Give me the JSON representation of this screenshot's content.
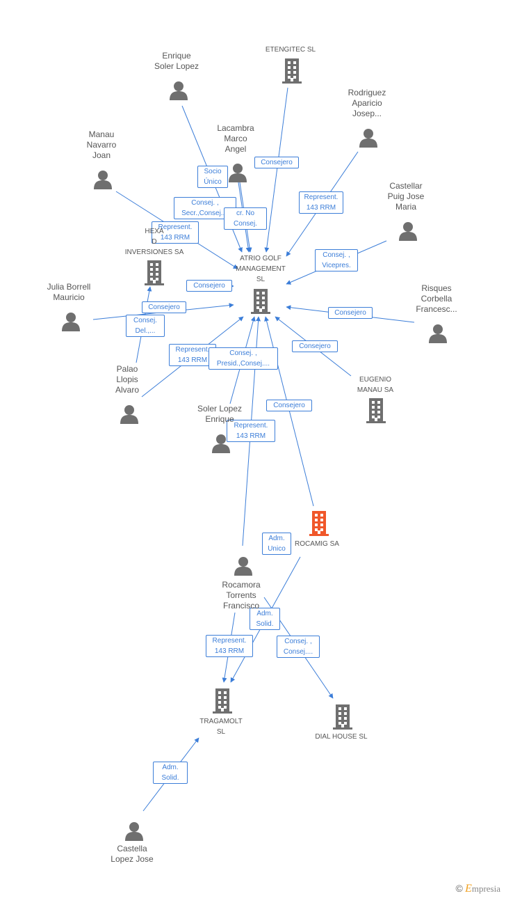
{
  "nodes": [
    {
      "id": "etengitec",
      "type": "company",
      "label": "ETENGITEC  SL",
      "color": "#6f6f6f"
    },
    {
      "id": "enrique_soler",
      "type": "person",
      "label": "Enrique\nSoler Lopez"
    },
    {
      "id": "rodriguez",
      "type": "person",
      "label": "Rodriguez\nAparicio\nJosep..."
    },
    {
      "id": "manau_navarro",
      "type": "person",
      "label": "Manau\nNavarro\nJoan"
    },
    {
      "id": "lacambra",
      "type": "person",
      "label": "Lacambra\nMarco\nAngel"
    },
    {
      "id": "castellar",
      "type": "person",
      "label": "Castellar\nPuig Jose\nMaria"
    },
    {
      "id": "hexa",
      "type": "company",
      "label": "HEXA\nD\nINVERSIONES SA",
      "color": "#6f6f6f"
    },
    {
      "id": "atrio",
      "type": "company",
      "label": "ATRIO GOLF\nMANAGEMENT\nSL",
      "color": "#6f6f6f"
    },
    {
      "id": "julia",
      "type": "person",
      "label": "Julia Borrell\nMauricio"
    },
    {
      "id": "risques",
      "type": "person",
      "label": "Risques\nCorbella\nFrancesc..."
    },
    {
      "id": "palao",
      "type": "person",
      "label": "Palao\nLlopis\nAlvaro"
    },
    {
      "id": "eugenio",
      "type": "company",
      "label": "EUGENIO\nMANAU SA",
      "color": "#6f6f6f"
    },
    {
      "id": "soler_lopez_e",
      "type": "person",
      "label": "Soler Lopez\nEnrique"
    },
    {
      "id": "rocamig",
      "type": "company",
      "label": "ROCAMIG SA",
      "color": "#f0572a"
    },
    {
      "id": "rocamora",
      "type": "person",
      "label": "Rocamora\nTorrents\nFrancisco"
    },
    {
      "id": "tragamolt",
      "type": "company",
      "label": "TRAGAMOLT\nSL",
      "color": "#6f6f6f"
    },
    {
      "id": "dialhouse",
      "type": "company",
      "label": "DIAL HOUSE SL",
      "color": "#6f6f6f"
    },
    {
      "id": "castella",
      "type": "person",
      "label": "Castella\nLopez Jose"
    }
  ],
  "edges": [
    {
      "from": "etengitec",
      "to": "atrio",
      "label": "Consejero"
    },
    {
      "from": "enrique_soler",
      "to": "atrio",
      "label": "Socio\nÚnico"
    },
    {
      "from": "lacambra",
      "to": "atrio",
      "label": "Consej. ,\nSecr.,Consej...."
    },
    {
      "from": "lacambra",
      "to": "atrio",
      "label": "cr.  No\nConsej."
    },
    {
      "from": "manau_navarro",
      "to": "atrio",
      "label": "Represent.\n143 RRM"
    },
    {
      "from": "rodriguez",
      "to": "atrio",
      "label": "Represent.\n143 RRM"
    },
    {
      "from": "castellar",
      "to": "atrio",
      "label": "Consej. ,\nVicepres."
    },
    {
      "from": "hexa",
      "to": "atrio",
      "label": "Consejero"
    },
    {
      "from": "julia",
      "to": "atrio",
      "label": "Consejero"
    },
    {
      "from": "palao",
      "to": "hexa",
      "label": "Consej.\nDel.,..."
    },
    {
      "from": "risques",
      "to": "atrio",
      "label": "Consejero"
    },
    {
      "from": "eugenio",
      "to": "atrio",
      "label": "Consejero"
    },
    {
      "from": "palao",
      "to": "atrio",
      "label": "Represent.\n143 RRM"
    },
    {
      "from": "soler_lopez_e",
      "to": "atrio",
      "label": "Consej. ,\nPresid.,Consej...."
    },
    {
      "from": "rocamig",
      "to": "atrio",
      "label": "Consejero"
    },
    {
      "from": "rocamora",
      "to": "atrio",
      "label": "Represent.\n143 RRM"
    },
    {
      "from": "rocamig",
      "to": "rocamig",
      "label": "Adm.\nUnico"
    },
    {
      "from": "rocamig",
      "to": "tragamolt",
      "label": "Adm.\nSolid."
    },
    {
      "from": "rocamora",
      "to": "tragamolt",
      "label": "Represent.\n143 RRM"
    },
    {
      "from": "rocamora",
      "to": "dialhouse",
      "label": "Consej. ,\nConsej...."
    },
    {
      "from": "castella",
      "to": "tragamolt",
      "label": "Adm.\nSolid."
    }
  ],
  "watermark": {
    "symbol": "©",
    "brand_initial": "E",
    "brand_rest": "mpresia"
  },
  "colors": {
    "edge": "#3b7dd8",
    "person": "#6f6f6f",
    "company": "#6f6f6f",
    "highlight": "#f0572a"
  }
}
